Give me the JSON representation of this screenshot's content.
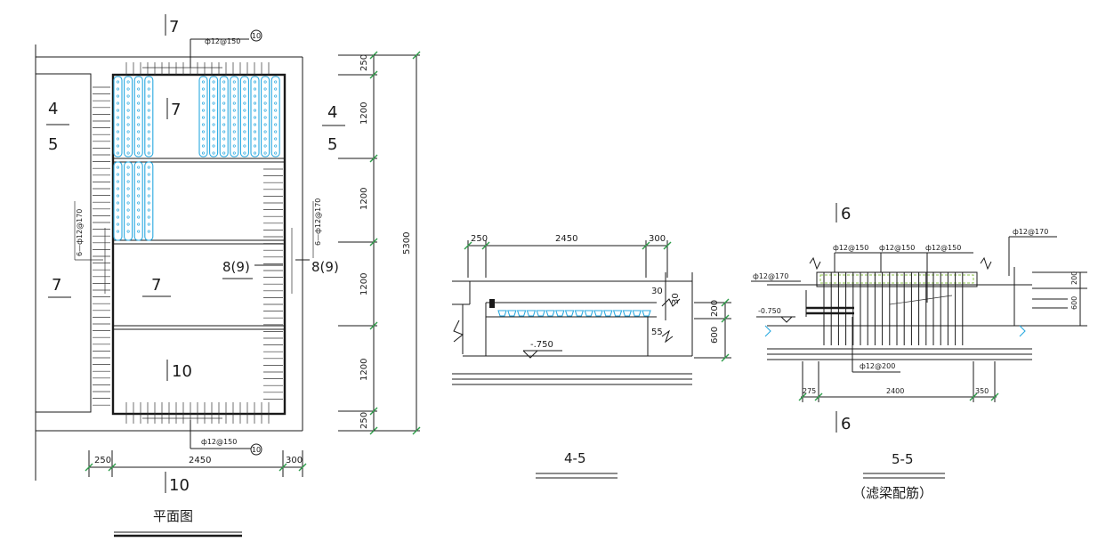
{
  "plan": {
    "title": "平面图",
    "top_section": "7",
    "bottom_section": "10",
    "rebar_top": "ф12@150",
    "rebar_bottom": "ф12@150",
    "circle_top": "10",
    "circle_bottom": "10",
    "left_label_4": "4",
    "left_label_5": "5",
    "left_label_7": "7",
    "right_label_4": "4",
    "right_label_5": "5",
    "inner_7_top": "7",
    "inner_7_mid": "7",
    "inner_10": "10",
    "inner_89_left": "8(9)",
    "inner_89_right": "8(9)",
    "left_rebar_vertical": "6—ф12@170",
    "right_rebar_vertical": "6—ф12@170",
    "dims_bottom": [
      "250",
      "2450",
      "300"
    ],
    "dims_right": [
      "250",
      "1200",
      "1200",
      "1200",
      "1200",
      "250"
    ],
    "dim_total": "5300"
  },
  "section45": {
    "title": "4-5",
    "dims_top": [
      "250",
      "2450",
      "300"
    ],
    "level": "-.750",
    "dim_200": "200",
    "dim_600": "600",
    "dim_30a": "30",
    "dim_30b": "30",
    "dim_55": "55"
  },
  "section55": {
    "title": "5-5",
    "subtitle": "（滤梁配筋）",
    "top_mark": "6",
    "bottom_mark": "6",
    "rebar_a": "ф12@150",
    "rebar_b": "ф12@150",
    "rebar_c": "ф12@150",
    "rebar_right": "ф12@170",
    "rebar_left": "ф12@170",
    "rebar_bottom": "ф12@200",
    "level": "-0.750",
    "dims_bottom": [
      "275",
      "2400",
      "350"
    ],
    "dim_200": "200",
    "dim_600": "600"
  }
}
